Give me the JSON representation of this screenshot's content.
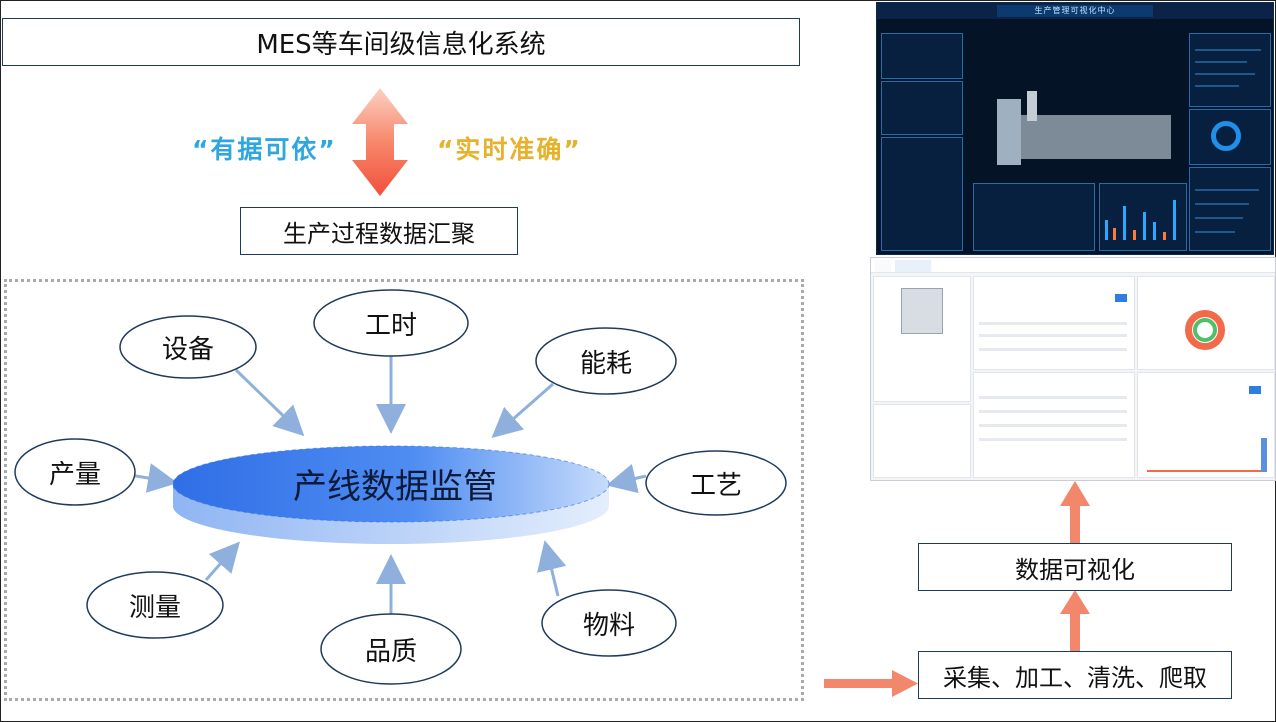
{
  "top_title": "MES等车间级信息化系统",
  "quote_left": "“有据可依”",
  "quote_right": "“实时准确”",
  "aggregation_box": "生产过程数据汇聚",
  "center": "产线数据监管",
  "nodes": {
    "equipment": "设备",
    "work_hours": "工时",
    "energy": "能耗",
    "output": "产量",
    "process": "工艺",
    "measurement": "测量",
    "quality": "品质",
    "material": "物料"
  },
  "visualization_box": "数据可视化",
  "collection_box": "采集、加工、清洗、爬取",
  "dashboard_title": "生产管理可视化中心",
  "colors": {
    "arrow_red": "#f2503a",
    "arrow_salmon": "#f3876c",
    "connector": "#8fb0dd",
    "ellipse_blue": "#3d7ff0",
    "quote_blue": "#2ea7e0",
    "quote_gold": "#e7b12c"
  }
}
